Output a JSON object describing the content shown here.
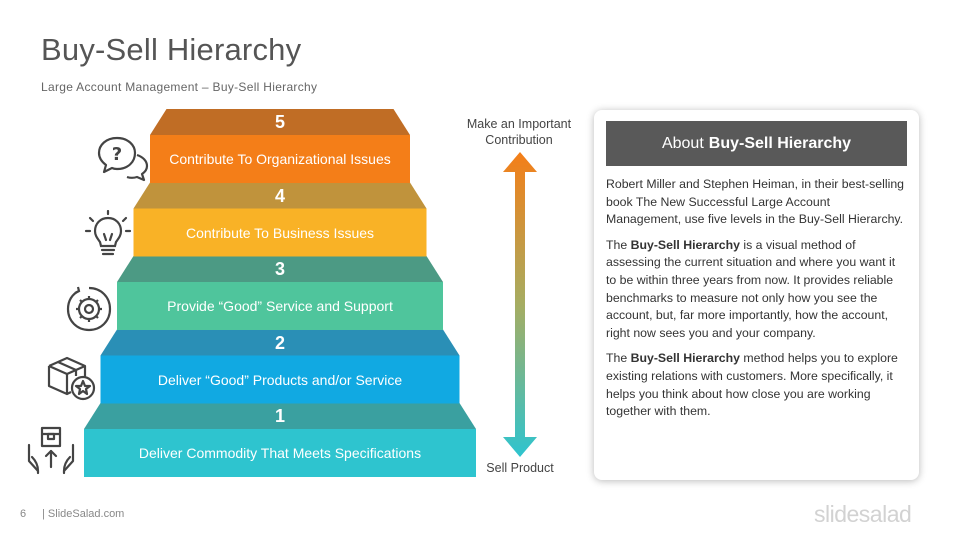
{
  "header": {
    "title": "Buy-Sell Hierarchy",
    "subtitle": "Large Account Management  –  Buy-Sell Hierarchy"
  },
  "steps": [
    {
      "number": "1",
      "label": "Deliver Commodity That Meets Specifications",
      "front": "#2ec4cf",
      "top": "#3aa0a0",
      "icon": "hands-box-icon"
    },
    {
      "number": "2",
      "label": "Deliver “Good” Products and/or Service",
      "front": "#11a9e2",
      "top": "#2a8fb6",
      "icon": "package-star-icon"
    },
    {
      "number": "3",
      "label": "Provide “Good” Service and Support",
      "front": "#4fc59c",
      "top": "#4c9a84",
      "icon": "gear-service-icon"
    },
    {
      "number": "4",
      "label": "Contribute To Business Issues",
      "front": "#f9b226",
      "top": "#c0933c",
      "icon": "lightbulb-icon"
    },
    {
      "number": "5",
      "label": "Contribute To Organizational Issues",
      "front": "#f47e18",
      "top": "#c06d25",
      "icon": "question-chat-icon"
    }
  ],
  "axis": {
    "top_label_line1": "Make an Important",
    "top_label_line2": "Contribution",
    "bottom_label": "Sell Product"
  },
  "card": {
    "header_prefix": "About",
    "header_bold": "Buy-Sell Hierarchy",
    "p1": "Robert Miller and Stephen Heiman, in their best-selling book The New Successful Large Account Management, use five levels in the Buy-Sell Hierarchy.",
    "p2_pre": "The ",
    "p2_bold": "Buy-Sell Hierarchy",
    "p2_post": " is a visual method of assessing the current situation and where you want it to be within three years from now. It provides reliable benchmarks to measure not only how you see the account, but, far more importantly, how the account, right now sees you and your company.",
    "p3_pre": "The ",
    "p3_bold": "Buy-Sell Hierarchy",
    "p3_post": " method helps you to explore existing relations with customers. More specifically, it helps you think about how close you are working together with them."
  },
  "footer": {
    "page": "6",
    "site": "|  SlideSalad.com",
    "logo": "slidesalad"
  },
  "colors": {
    "arrow_top": "#f47e18",
    "arrow_bottom": "#2ec4cf"
  }
}
